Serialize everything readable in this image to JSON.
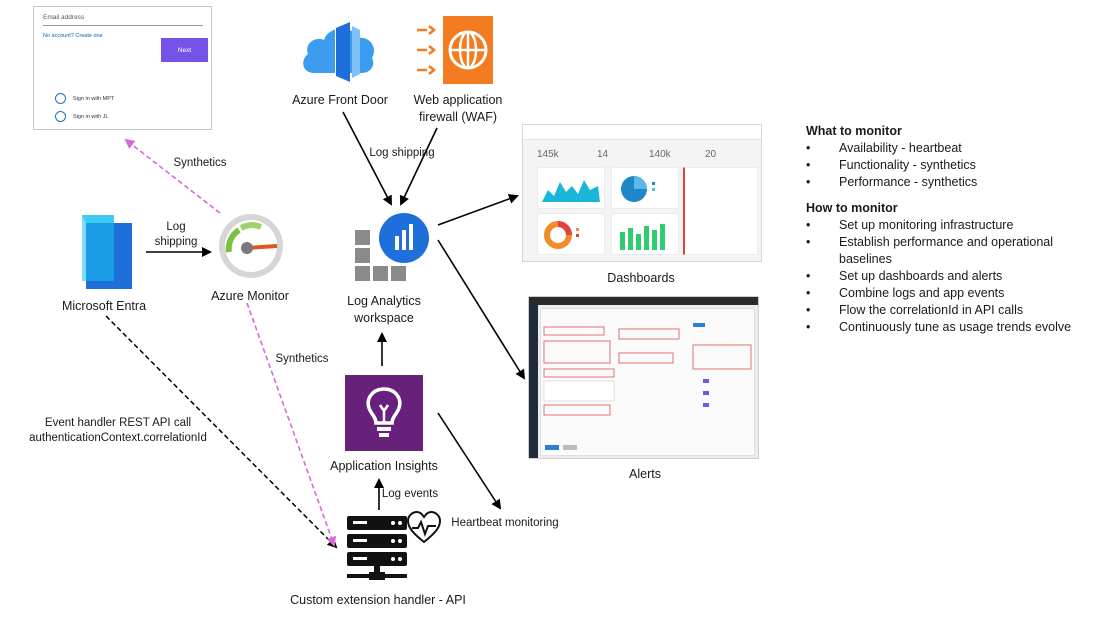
{
  "signin": {
    "email_placeholder": "Email address",
    "no_account": "No account? Create one",
    "next": "Next",
    "option1": "Sign in with MPT",
    "option2": "Sign in with JL"
  },
  "nodes": {
    "front_door": "Azure Front Door",
    "waf_line1": "Web application",
    "waf_line2": "firewall (WAF)",
    "entra": "Microsoft Entra",
    "azure_monitor": "Azure Monitor",
    "law_line1": "Log Analytics",
    "law_line2": "workspace",
    "app_insights": "Application Insights",
    "custom_handler": "Custom extension handler - API",
    "dashboards": "Dashboards",
    "alerts": "Alerts"
  },
  "edges": {
    "synthetics_top": "Synthetics",
    "log_shipping_entra_1": "Log",
    "log_shipping_entra_2": "shipping",
    "log_shipping_law": "Log shipping",
    "synthetics_bottom": "Synthetics",
    "event_handler_1": "Event handler REST API call",
    "event_handler_2": "authenticationContext.correlationId",
    "log_events": "Log events",
    "heartbeat": "Heartbeat monitoring"
  },
  "dashboard_mock": {
    "kpi1": "145k",
    "kpi2": "14",
    "kpi3": "140k",
    "kpi4": "20"
  },
  "what_to_monitor": {
    "title": "What to monitor",
    "items": [
      "Availability - heartbeat",
      "Functionality - synthetics",
      "Performance - synthetics"
    ]
  },
  "how_to_monitor": {
    "title": "How to monitor",
    "items": [
      "Set up monitoring infrastructure",
      "Establish performance and operational baselines",
      "Set up dashboards and alerts",
      "Combine logs and app events",
      "Flow the correlationId in API calls",
      "Continuously tune as usage trends evolve"
    ]
  },
  "colors": {
    "synthetics_arrow": "#d86ad8",
    "azure_blue": "#1e6fd9",
    "app_insights_purple": "#68217a",
    "waf_orange": "#f47b20"
  }
}
